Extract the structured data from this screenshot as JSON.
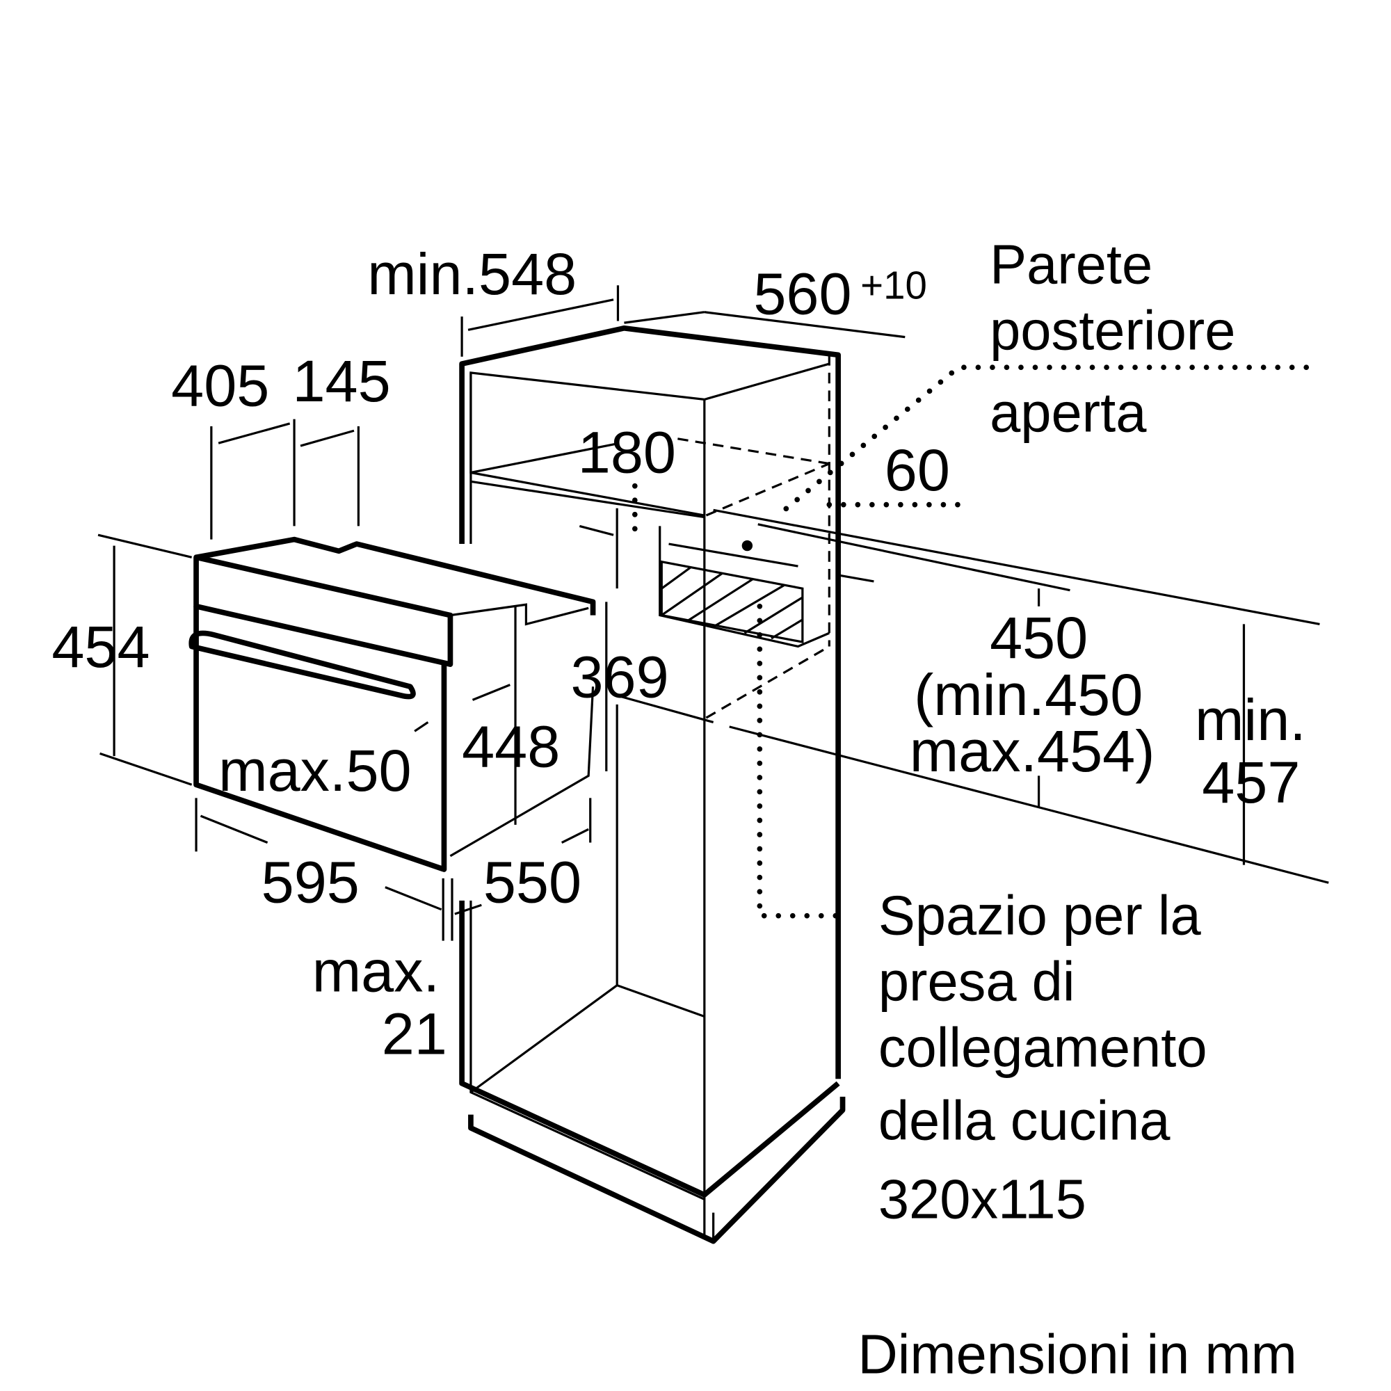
{
  "diagram": {
    "dimensions": {
      "min_548": "min.548",
      "d560": "560",
      "d560_tol": "+10",
      "d405": "405",
      "d145": "145",
      "d180": "180",
      "d60": "60",
      "d454": "454",
      "d369": "369",
      "d450": "450",
      "min450": "(min.450",
      "max454": "max.454)",
      "min_label": "min.",
      "d457": "457",
      "d448": "448",
      "max50": "max.50",
      "d595": "595",
      "d550": "550",
      "max_label": "max.",
      "d21": "21"
    },
    "rear_wall_note": [
      "Parete",
      "posteriore",
      "aperta"
    ],
    "socket_note": [
      "Spazio per la",
      "presa di",
      "collegamento",
      "della cucina",
      "320x115"
    ],
    "units_note": "Dimensioni in mm"
  }
}
